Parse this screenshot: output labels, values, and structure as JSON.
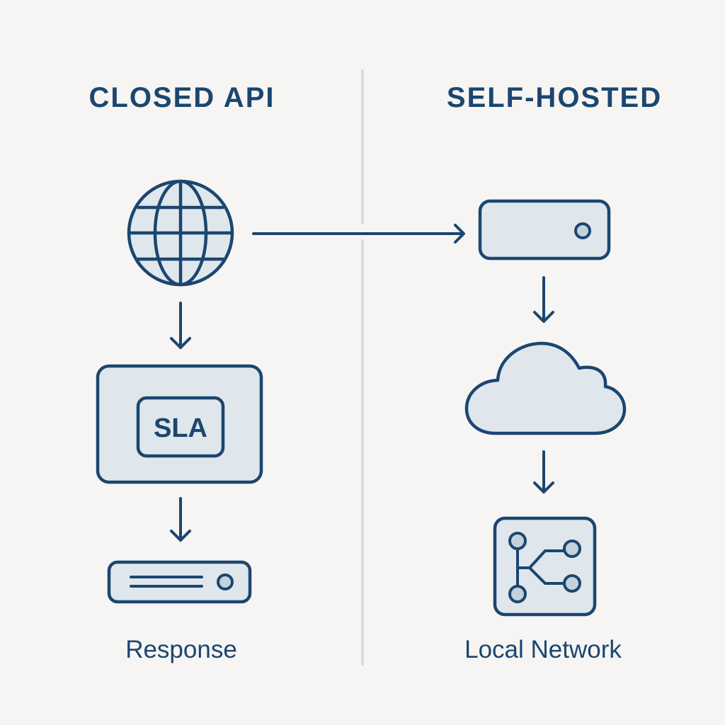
{
  "columns": {
    "left": {
      "title": "CLOSED API",
      "steps": [
        {
          "icon": "globe-icon"
        },
        {
          "icon": "sla-panel-icon",
          "text": "SLA"
        },
        {
          "icon": "response-server-icon"
        }
      ],
      "label": "Response"
    },
    "right": {
      "title": "SELF-HOSTED",
      "steps": [
        {
          "icon": "server-icon"
        },
        {
          "icon": "cloud-icon"
        },
        {
          "icon": "network-tree-icon"
        }
      ],
      "label": "Local Network"
    }
  },
  "colors": {
    "background": "#f6f5f3",
    "stroke": "#1b4670",
    "fill": "#dfe7ec",
    "node_fill": "#c4d2dc",
    "divider": "#c9d8e0"
  }
}
